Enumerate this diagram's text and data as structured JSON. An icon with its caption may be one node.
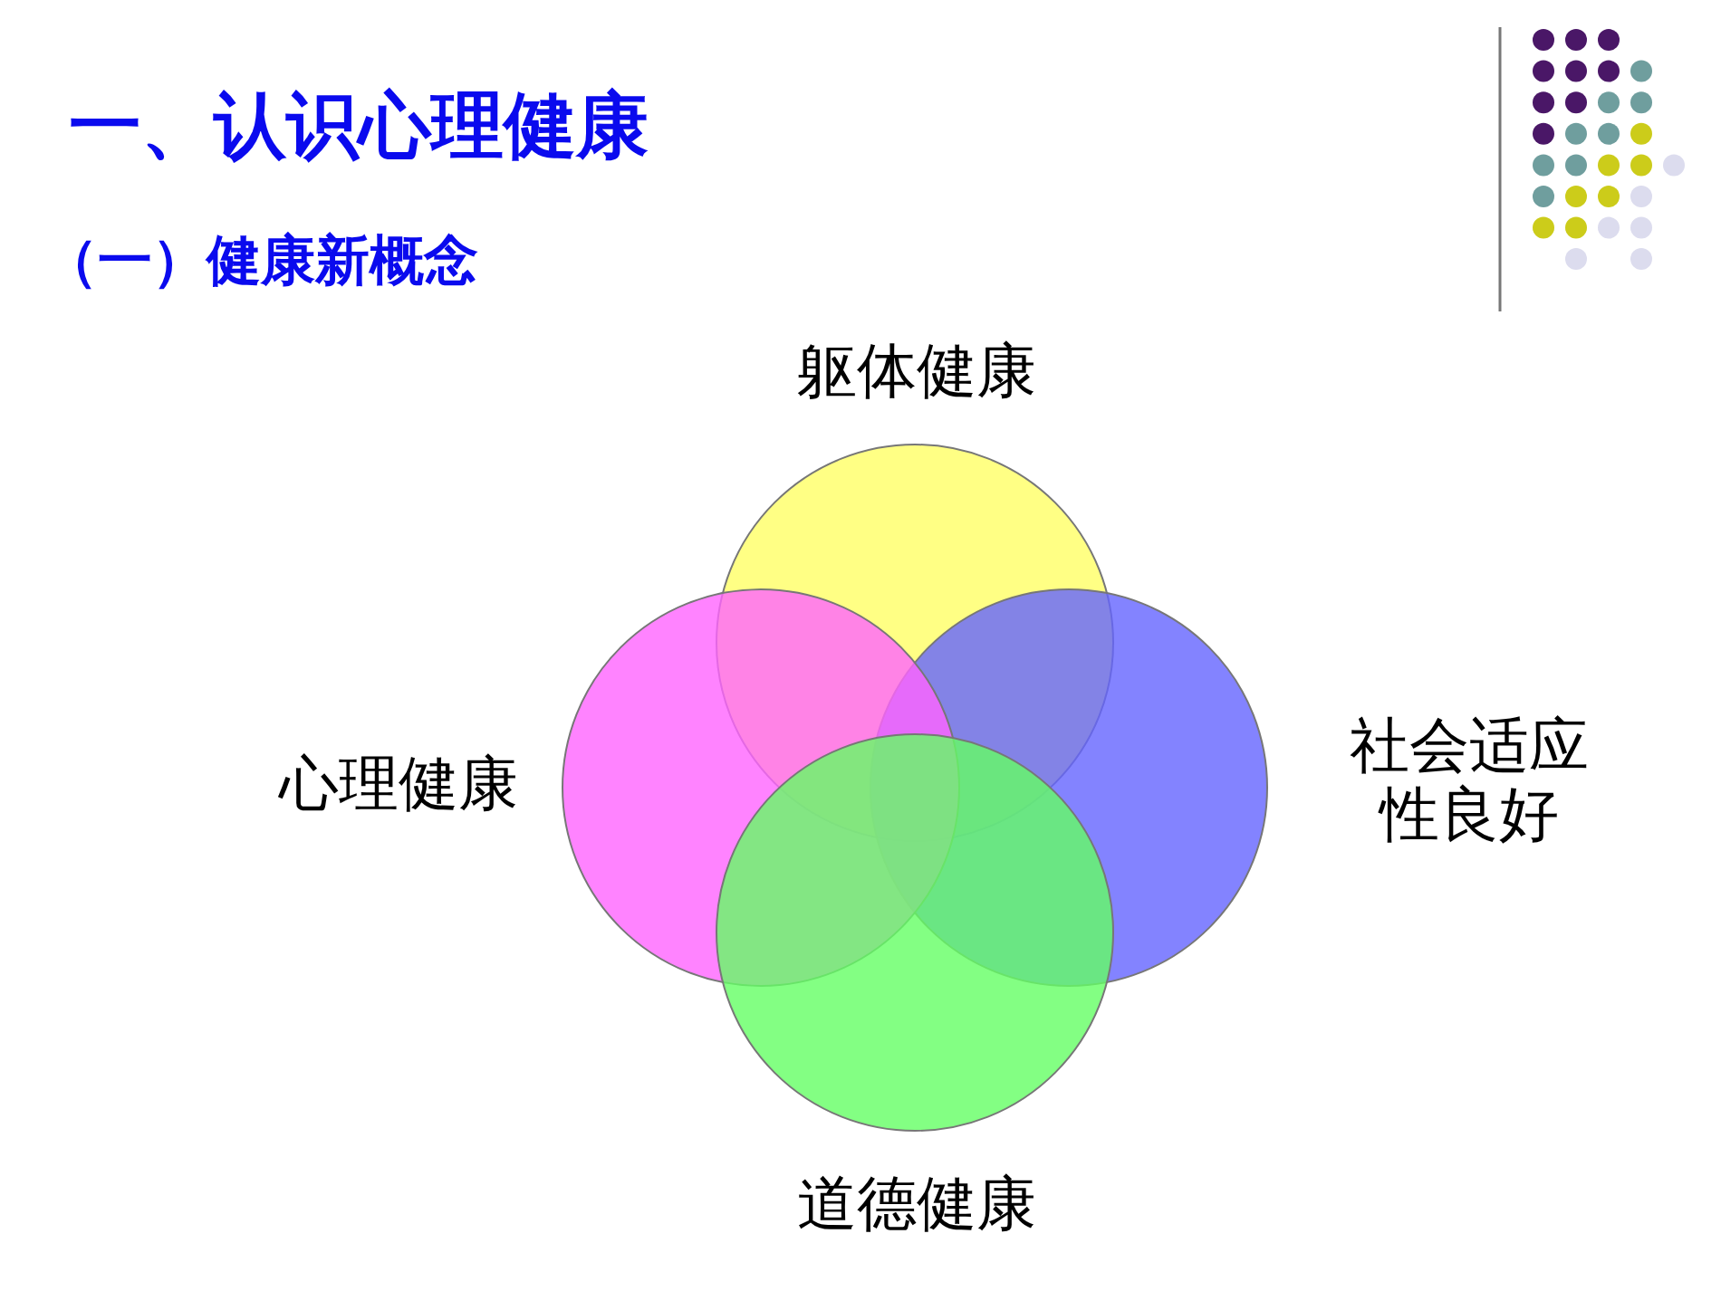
{
  "diagram": {
    "title": "一、认识心理健康",
    "nodes": [
      {
        "text": [
          "躯体健康"
        ]
      },
      {
        "text": [
          "社会适应性良好"
        ]
      },
      {
        "text": [
          "心理健康"
        ]
      },
      {
        "text": [
          "道德健康"
        ]
      }
    ],
    "labels": [
      "（一）健康新概念"
    ]
  }
}
